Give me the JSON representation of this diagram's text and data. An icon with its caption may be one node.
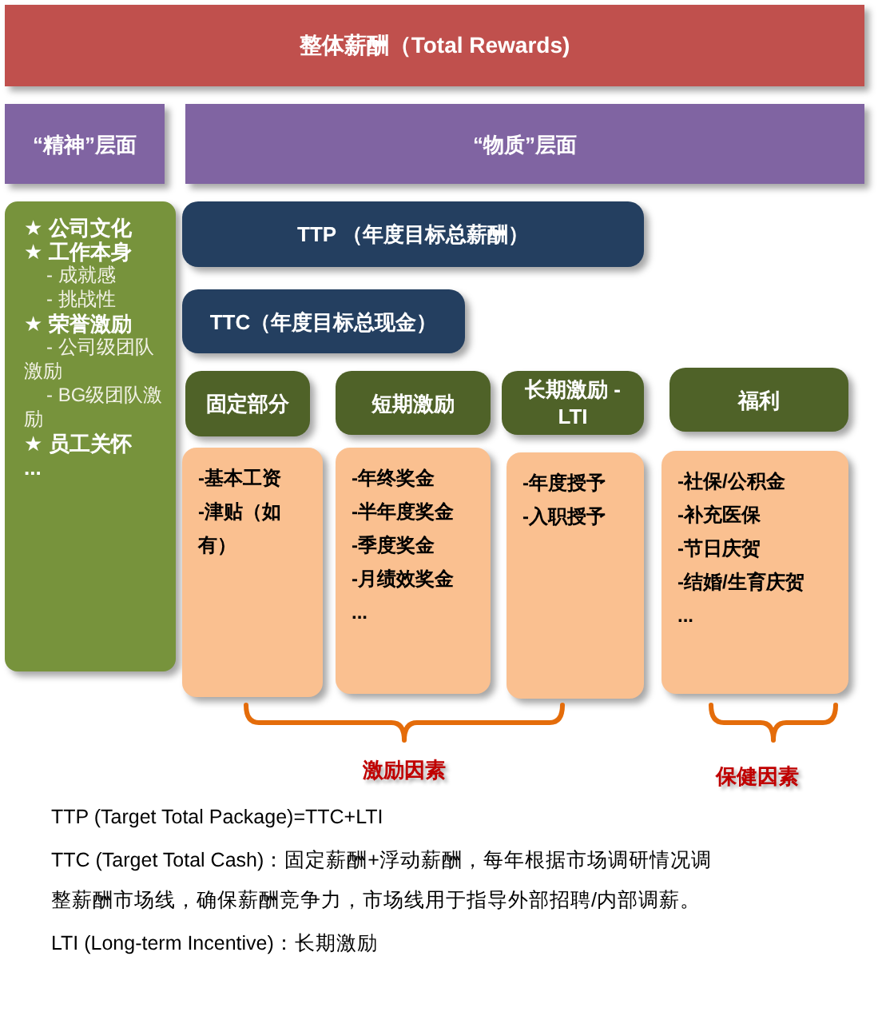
{
  "diagram": {
    "nodes": [
      {
        "text": [
          "整体薪酬（Total Rewards)"
        ]
      },
      {
        "text": [
          "“精神”层面"
        ]
      },
      {
        "text": [
          "“物质”层面"
        ]
      },
      {
        "text": [
          "★ 公司文化",
          "★ 工作本身",
          "- 成就感",
          "- 挑战性",
          "★ 荣誉激励",
          "- 公司级团队激励",
          "- BG级团队激励",
          "★ 员工关怀",
          "..."
        ]
      },
      {
        "text": [
          "TTP （年度目标总薪酬）"
        ]
      },
      {
        "text": [
          "TTC（年度目标总现金）"
        ]
      },
      {
        "text": [
          "固定部分"
        ]
      },
      {
        "text": [
          "短期激励"
        ]
      },
      {
        "text": [
          "长期激励 - LTI"
        ]
      },
      {
        "text": [
          "福利"
        ]
      },
      {
        "text": [
          "-基本工资",
          "-津贴（如有）"
        ]
      },
      {
        "text": [
          "-年终奖金",
          "-半年度奖金",
          "-季度奖金",
          "-月绩效奖金",
          "..."
        ]
      },
      {
        "text": [
          "-年度授予",
          "-入职授予"
        ]
      },
      {
        "text": [
          "-社保/公积金",
          "-补充医保",
          "-节日庆贺",
          "-结婚/生育庆贺",
          "..."
        ]
      }
    ],
    "labels": [
      "激励因素",
      "保健因素",
      "TTP (Target Total Package)=TTC+LTI",
      "TTC (Target Total Cash)：固定薪酬+浮动薪酬，每年根据市场调研情况调整薪酬市场线，确保薪酬竞争力，市场线用于指导外部招聘/内部调薪。",
      "LTI (Long-term Incentive)：长期激励"
    ]
  }
}
